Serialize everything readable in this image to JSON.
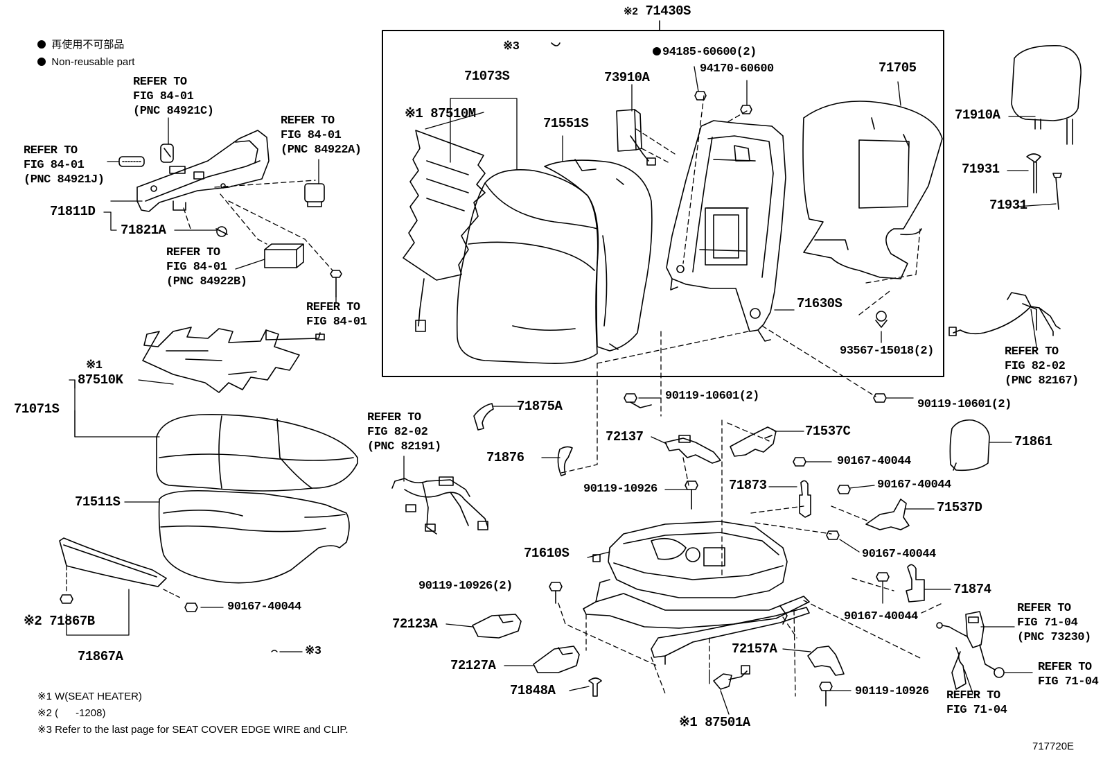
{
  "legend": {
    "jp": "再使用不可部品",
    "en": "Non-reusable part"
  },
  "assembly_mark": "※2",
  "assembly_part": "71430S",
  "refs": {
    "r84921c": "REFER TO\nFIG 84-01\n(PNC 84921C)",
    "r84921j": "REFER TO\nFIG 84-01\n(PNC 84921J)",
    "r84922a": "REFER TO\nFIG 84-01\n(PNC 84922A)",
    "r84922b": "REFER TO\nFIG 84-01\n(PNC 84922B)",
    "r8401": "REFER TO\nFIG 84-01",
    "r82191": "REFER TO\nFIG 82-02\n(PNC 82191)",
    "r82167": "REFER TO\nFIG 82-02\n(PNC 82167)",
    "r73230": "REFER TO\nFIG 71-04\n(PNC 73230)",
    "r7104a": "REFER TO\nFIG 71-04",
    "r7104b": "REFER TO\nFIG 71-04"
  },
  "parts": {
    "p71811d": "71811D",
    "p71821a": "71821A",
    "p87510k_mark": "※1",
    "p87510k": "87510K",
    "p71071s": "71071S",
    "p71511s": "71511S",
    "p71867b": "※2 71867B",
    "p71867a": "71867A",
    "p90167_a": "90167-40044",
    "p3_left": "※3",
    "p3_top": "※3",
    "p71073s": "71073S",
    "p87510m": "※1 87510M",
    "p71551s": "71551S",
    "p73910a": "73910A",
    "p94185": "94185-60600(2)",
    "p94170": "94170-60600",
    "p71705": "71705",
    "p71630s": "71630S",
    "p93567": "93567-15018(2)",
    "p71910a": "71910A",
    "p71931a": "71931",
    "p71931b": "71931",
    "p90119_10601a": "90119-10601(2)",
    "p90119_10601b": "90119-10601(2)",
    "p71875a": "71875A",
    "p71876": "71876",
    "p72137": "72137",
    "p71537c": "71537C",
    "p90167_b": "90167-40044",
    "p71861": "71861",
    "p90119_10926a": "90119-10926",
    "p71873": "71873",
    "p90167_c": "90167-40044",
    "p71537d": "71537D",
    "p71610s": "71610S",
    "p90167_d": "90167-40044",
    "p90119_10926b": "90119-10926(2)",
    "p71874": "71874",
    "p90167_e": "90167-40044",
    "p72123a": "72123A",
    "p72127a": "72127A",
    "p71848a": "71848A",
    "p72157a": "72157A",
    "p90119_10926c": "90119-10926",
    "p87501a": "※1 87501A"
  },
  "notes": [
    "※1 W(SEAT HEATER)",
    "※2 (      -1208)",
    "※3 Refer to the last page for SEAT COVER EDGE WIRE and CLIP."
  ],
  "figure_id": "717720E"
}
